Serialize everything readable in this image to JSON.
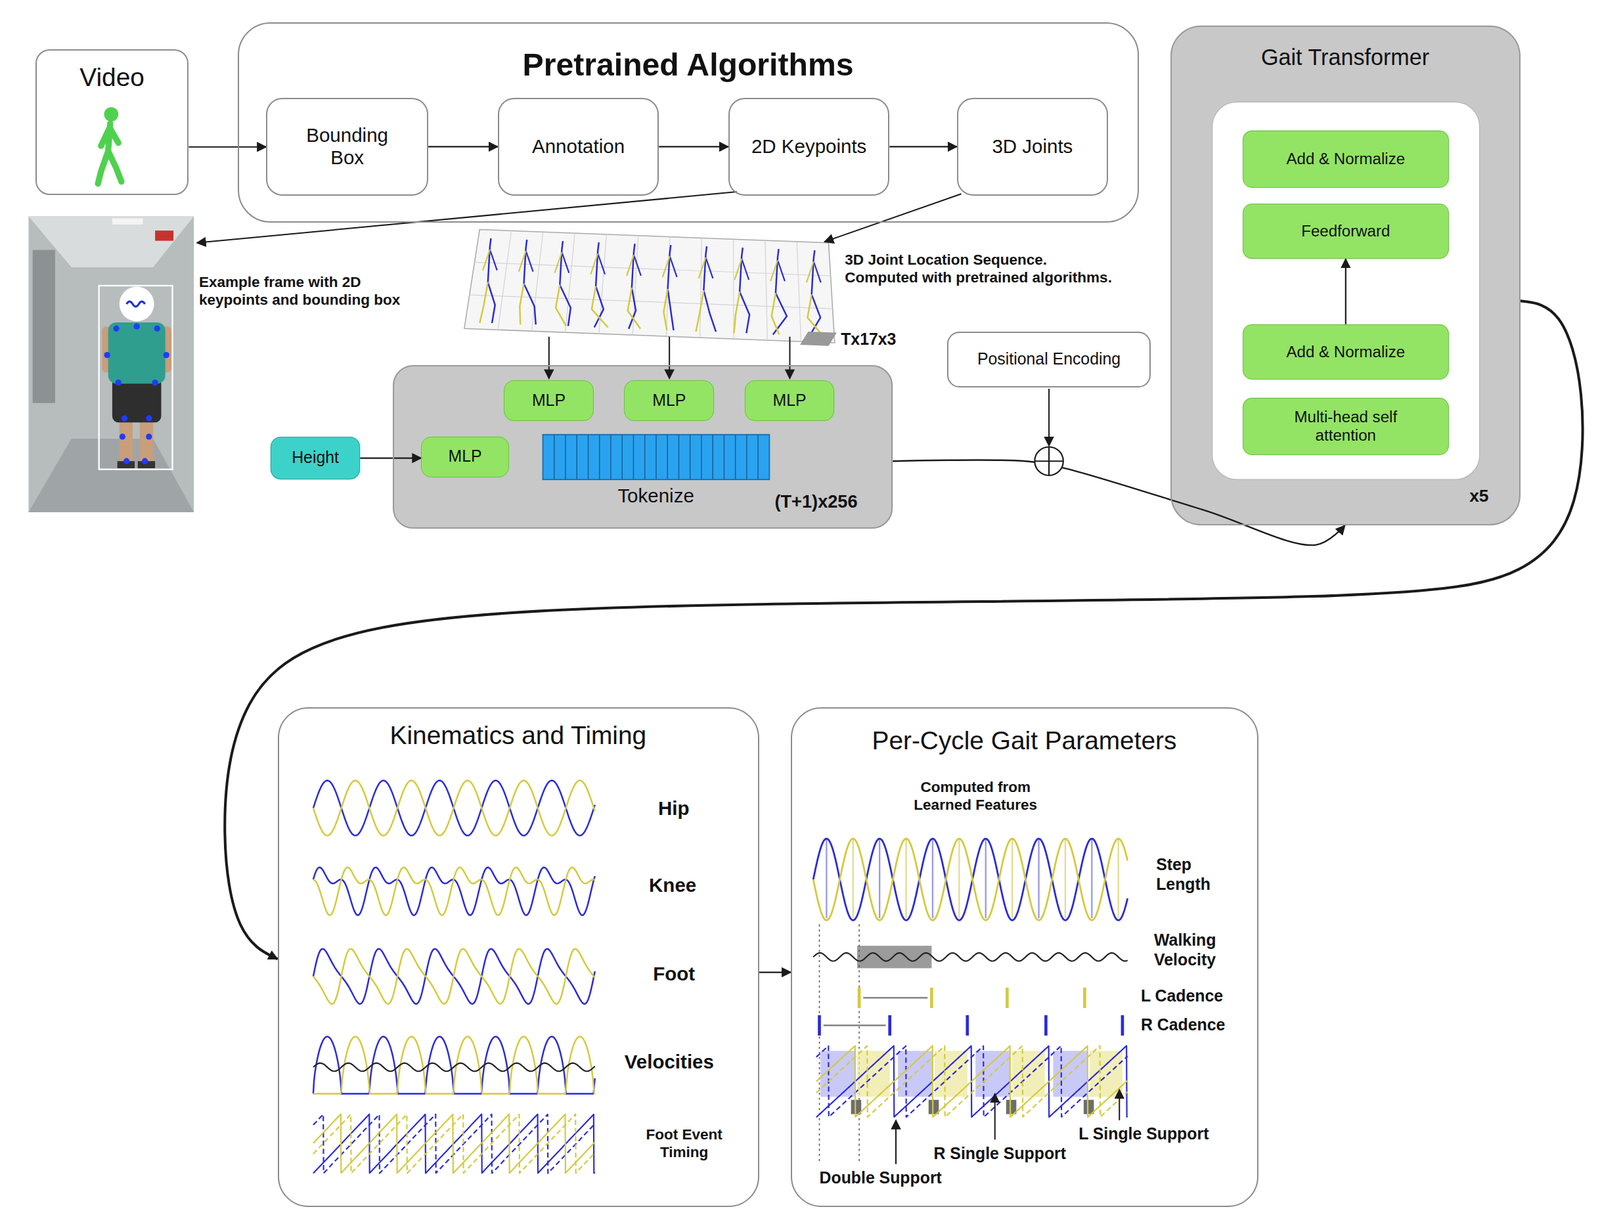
{
  "diagram": {
    "nodes": [
      {
        "text": [
          "Video"
        ]
      },
      {
        "text": [
          "Pretrained Algorithms"
        ]
      },
      {
        "text": [
          "Bounding Box"
        ],
        "in": 1
      },
      {
        "text": [
          "Annotation"
        ],
        "in": 1
      },
      {
        "text": [
          "2D Keypoints"
        ],
        "in": 1
      },
      {
        "text": [
          "3D Joints"
        ],
        "in": 1
      },
      {
        "text": [
          "Gait Transformer"
        ]
      },
      {
        "text": [
          "Add & Normalize"
        ],
        "in": 6
      },
      {
        "text": [
          "Feedforward"
        ],
        "in": 6
      },
      {
        "text": [
          "Add & Normalize"
        ],
        "in": 6
      },
      {
        "text": [
          "Multi-head self attention"
        ],
        "in": 6
      },
      {
        "text": [
          "Positional Encoding"
        ]
      },
      {
        "text": [
          "Tokenize",
          "(T+1)x256"
        ]
      },
      {
        "text": [
          "MLP"
        ],
        "in": 12
      },
      {
        "text": [
          "MLP"
        ],
        "in": 12
      },
      {
        "text": [
          "MLP"
        ],
        "in": 12
      },
      {
        "text": [
          "Height"
        ]
      },
      {
        "text": [
          "MLP"
        ],
        "in": 12
      },
      {
        "text": [
          "Kinematics and Timing"
        ]
      },
      {
        "text": [
          "Per-Cycle Gait Parameters"
        ]
      }
    ],
    "edges": [
      {
        "from": 0,
        "to": 2,
        "arrow": "to"
      },
      {
        "from": 2,
        "to": 3,
        "arrow": "to"
      },
      {
        "from": 3,
        "to": 4,
        "arrow": "to"
      },
      {
        "from": 4,
        "to": 5,
        "arrow": "to"
      },
      {
        "from": 16,
        "to": 17,
        "arrow": "to"
      },
      {
        "from": 9,
        "to": 8,
        "arrow": "to"
      },
      {
        "from": 12,
        "to": 6,
        "arrow": "to"
      },
      {
        "from": 6,
        "to": 18,
        "arrow": "to"
      },
      {
        "from": 18,
        "to": 19,
        "arrow": "to"
      }
    ],
    "labels": [
      "Example frame with 2D keypoints and bounding box",
      "3D Joint Location Sequence. Computed with pretrained algorithms.",
      "Tx17x3",
      "x5",
      "Hip",
      "Knee",
      "Foot",
      "Velocities",
      "Foot Event Timing",
      "Computed from Learned Features",
      "Step Length",
      "Walking Velocity",
      "L Cadence",
      "R Cadence",
      "Double Support",
      "R Single Support",
      "L Single Support"
    ]
  }
}
